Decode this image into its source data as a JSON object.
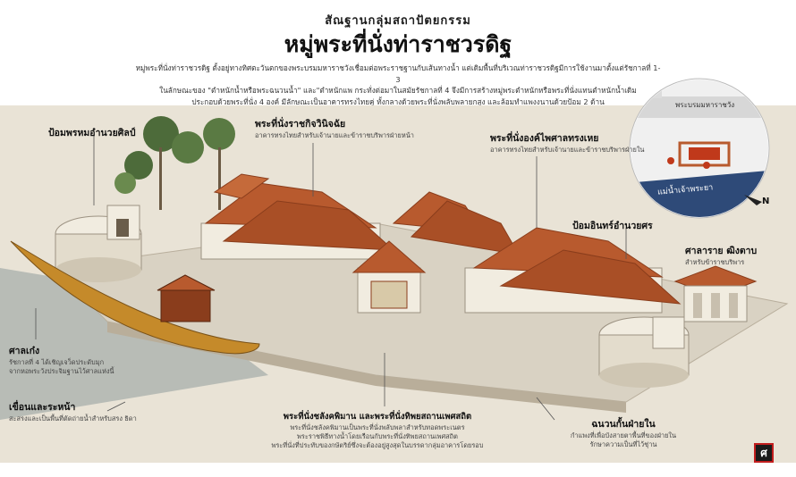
{
  "header": {
    "subtitle": "สัณฐานกลุ่มสถาปัตยกรรม",
    "title": "หมู่พระที่นั่งท่าราชวรดิฐ",
    "intro": [
      "หมู่พระที่นั่งท่าราชวรดิฐ ตั้งอยู่ทางทิศตะวันตกของพระบรมมหาราชวังเชื่อมต่อพระราชฐานกับเส้นทางน้ำ แต่เดิมพื้นที่บริเวณท่าราชวรดิฐมีการใช้งานมาตั้งแต่รัชกาลที่ 1-3",
      "ในลักษณะของ \"ตำหนักน้ำหรือพระฉนวนน้ำ\" และ\"ตำหนักแพ กระทั่งต่อมาในสมัยรัชกาลที่ 4 จึงมีการสร้างหมู่พระตำหนักหรือพระที่นั่งแทนตำหนักน้ำเดิม",
      "ประกอบด้วยพระที่นั่ง 4 องค์ มีลักษณะเป็นอาคารทรงไทยคู่ ทั้งกลางด้วยพระที่นั่งพลับพลายกสูง และล้อมทำแพงงนานด้วยป้อม 2 ด้าน"
    ]
  },
  "map": {
    "road_label": "พระบรมมหาราชวัง",
    "river_label": "แม่น้ำเจ้าพระยา",
    "north_label": "N"
  },
  "callouts": {
    "fort_left": {
      "title": "ป้อมพรหมอำนวยศิลป์"
    },
    "raja_kit": {
      "title": "พระที่นั่งราชกิจวินิจฉัย",
      "desc": "อาคารทรงไทยสำหรับเจ้านายและข้าราชบริพารฝ่ายหน้า"
    },
    "nai": {
      "title": "พระที่นั่งองค์ไพศาลทรงเหย",
      "desc": "อาคารทรงไทยสำหรับเจ้านายและข้าราชบริพารฝ่ายใน"
    },
    "fort_right": {
      "title": "ป้อมอินทร์อำนวยศร"
    },
    "sala": {
      "title": "ศาลาราย ฒิงตาบ",
      "desc": "สำหรับข้าราชบริพาร"
    },
    "barge": {
      "title": "ศาลเก๋ง",
      "desc": [
        "รัชกาลที่ 4 ได้เชิญเจว็ดประดับมุก",
        "จากหอพระวังประจิมฐานไว้ศาลแห่งนี้"
      ]
    },
    "pier": {
      "title": "เขื่อนและระหน้า",
      "desc": "สะสรงและเป็นพื้นที่ตัดถ่ายน้ำสำหรับสรง ธิดา"
    },
    "pavilion": {
      "title": "พระที่นั่งชลังคพิมาน และพระที่นั่งทิพยสถานเพศสถิต",
      "desc": [
        "พระที่นั่งชลังคพิมานเป็นพระที่นั่งพลับพลาสำหรับทอดพระเนตร",
        "พระราชพิธีทางน้ำโดยเรือนกับพระที่นั่งทิพยสถานเพศสถิต",
        "พระที่นั่งที่ประทับของกษัตริย์ซึ่งจะต้องอยู่สูงสุดในบรรดากลุ่มอาคารโดยรอบ"
      ]
    },
    "wall": {
      "title": "ฉนวนกั้นฝ่ายใน",
      "desc": [
        "กำแพงที่เพื่อบังสายตาพื้นที่ของฝ่ายใน",
        "รักษาความเป็นที่ไว้ชุ่าน"
      ]
    }
  },
  "logo": "ศ",
  "colors": {
    "roof": "#b85a2e",
    "roof_dark": "#8a3d1c",
    "wall": "#f1ece0",
    "ground": "#e9e3d6",
    "water": "#7a8c8e",
    "barge": "#c58a2a",
    "accent": "#c21e1e"
  }
}
